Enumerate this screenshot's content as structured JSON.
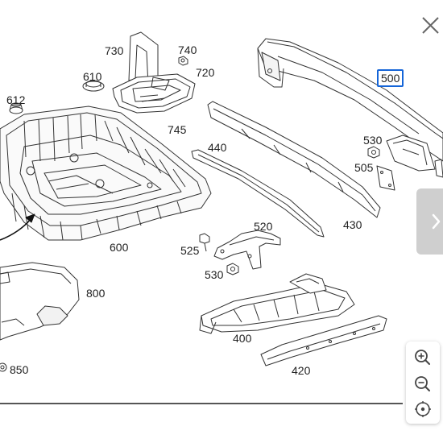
{
  "diagram": {
    "labels": {
      "p730": "730",
      "p740": "740",
      "p720": "720",
      "p610": "610",
      "p612": "612",
      "p745": "745",
      "p500": "500",
      "p530a": "530",
      "p505": "505",
      "p440": "440",
      "p430": "430",
      "p520": "520",
      "p525": "525",
      "p530b": "530",
      "p600": "600",
      "p800": "800",
      "p400": "400",
      "p420": "420",
      "p850": "850"
    },
    "selected_part": "500",
    "accent_color": "#1565d8"
  },
  "controls": {
    "close_icon": "close-icon",
    "next_icon": "chevron-right-icon",
    "zoom_in_icon": "zoom-in-icon",
    "zoom_out_icon": "zoom-out-icon",
    "reset_icon": "reset-view-icon"
  }
}
